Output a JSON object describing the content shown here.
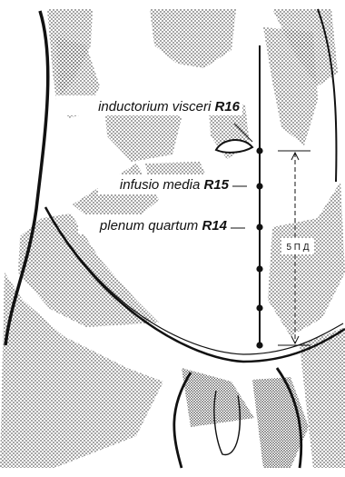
{
  "figure": {
    "labels": [
      {
        "name": "inductorium visceri",
        "code": "R16"
      },
      {
        "name": "infusio media",
        "code": "R15"
      },
      {
        "name": "plenum quartum",
        "code": "R14"
      }
    ],
    "measurement": "5 П Д",
    "colors": {
      "ink": "#111111",
      "stipple": "#6a6a6a",
      "paper": "#ffffff"
    }
  }
}
